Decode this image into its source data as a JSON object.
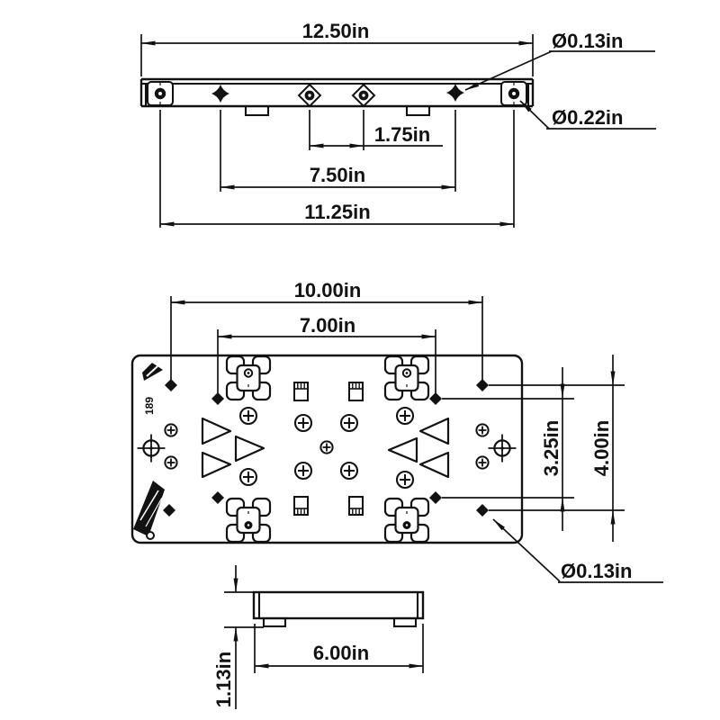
{
  "style": {
    "ink": "#121212",
    "background": "#ffffff"
  },
  "top_view": {
    "dim_overall_width": "12.50in",
    "dim_center_slot_pitch": "1.75in",
    "dim_star_hole_span": "7.50in",
    "dim_end_hole_span": "11.25in",
    "callout_small_hole_dia": "Ø0.13in",
    "callout_end_hole_dia": "Ø0.22in"
  },
  "front_view": {
    "dim_outer_hole_span": "10.00in",
    "dim_inner_hole_span": "7.00in",
    "dim_inner_hole_pitch_v": "3.25in",
    "dim_outer_hole_pitch_v": "4.00in",
    "callout_small_hole_dia": "Ø0.13in",
    "plate_marking": "189"
  },
  "bottom_view": {
    "dim_base_width": "6.00in",
    "dim_overall_height": "1.13in"
  }
}
